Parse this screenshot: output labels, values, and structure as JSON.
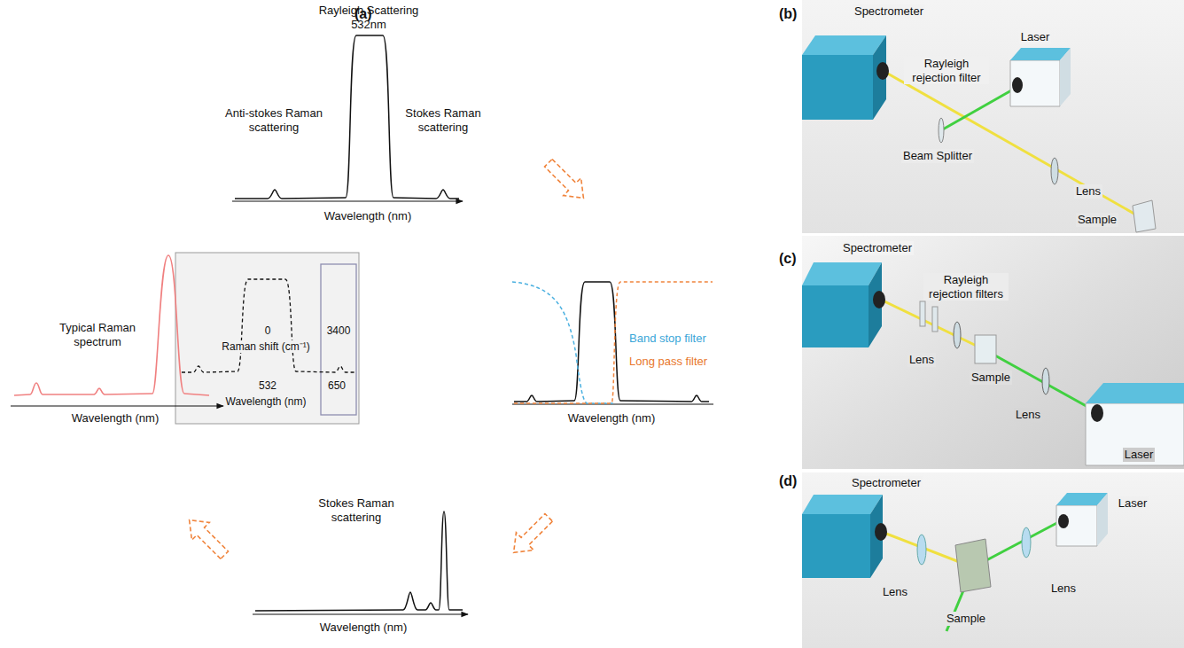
{
  "diagram": {
    "labels": [
      "(a)",
      "Rayleigh Scattering 532nm",
      "Anti-stokes Raman scattering",
      "Stokes Raman scattering",
      "Wavelength (nm)",
      "(b)",
      "Spectrometer",
      "Rayleigh rejection filter",
      "Laser",
      "Beam Splitter",
      "Lens",
      "Sample",
      "(c)",
      "Spectrometer",
      "Rayleigh rejection filters",
      "Lens",
      "Sample",
      "Lens",
      "Laser",
      "(d)",
      "Spectrometer",
      "Laser",
      "Lens",
      "Sample",
      "Lens",
      "Typical Raman spectrum",
      "Wavelength (nm)",
      "0",
      "3400",
      "Raman shift (cm⁻¹)",
      "532",
      "650",
      "Wavelength (nm)",
      "Band stop filter",
      "Long pass filter",
      "Wavelength (nm)",
      "Stokes Raman scattering",
      "Wavelength (nm)"
    ]
  }
}
